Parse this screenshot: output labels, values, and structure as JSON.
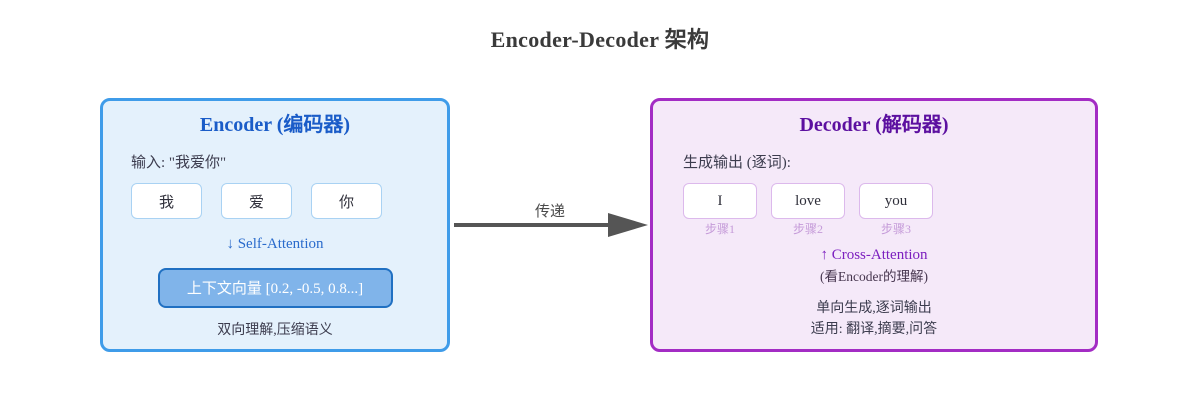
{
  "title": "Encoder-Decoder 架构",
  "encoder": {
    "title": "Encoder (编码器)",
    "input_label": "输入: \"我爱你\"",
    "tokens": [
      "我",
      "爱",
      "你"
    ],
    "attention_label": "↓ Self-Attention",
    "context_vector": "上下文向量 [0.2, -0.5, 0.8...]",
    "note": "双向理解,压缩语义"
  },
  "arrow": {
    "label": "传递"
  },
  "decoder": {
    "title": "Decoder (解码器)",
    "output_label": "生成输出 (逐词):",
    "tokens": [
      {
        "word": "I",
        "step": "步骤1"
      },
      {
        "word": "love",
        "step": "步骤2"
      },
      {
        "word": "you",
        "step": "步骤3"
      }
    ],
    "attention_label": "↑ Cross-Attention",
    "attention_note": "(看Encoder的理解)",
    "note_generation": "单向生成,逐词输出",
    "note_usage": "适用: 翻译,摘要,问答"
  },
  "colors": {
    "encoder_border": "#3f9ce9",
    "encoder_background": "#e4f1fc",
    "encoder_title": "#1a5cc8",
    "self_attention_text": "#2a6bcc",
    "context_box_fill": "#80b4ea",
    "context_box_border": "#2070c2",
    "decoder_border": "#a32cc4",
    "decoder_background": "#f5e9f9",
    "decoder_title": "#5c10a0",
    "cross_attention_text": "#7c1fbf",
    "step_label_text": "#c59bd9",
    "arrow": "#555555",
    "body_text": "#3c3c4e"
  }
}
